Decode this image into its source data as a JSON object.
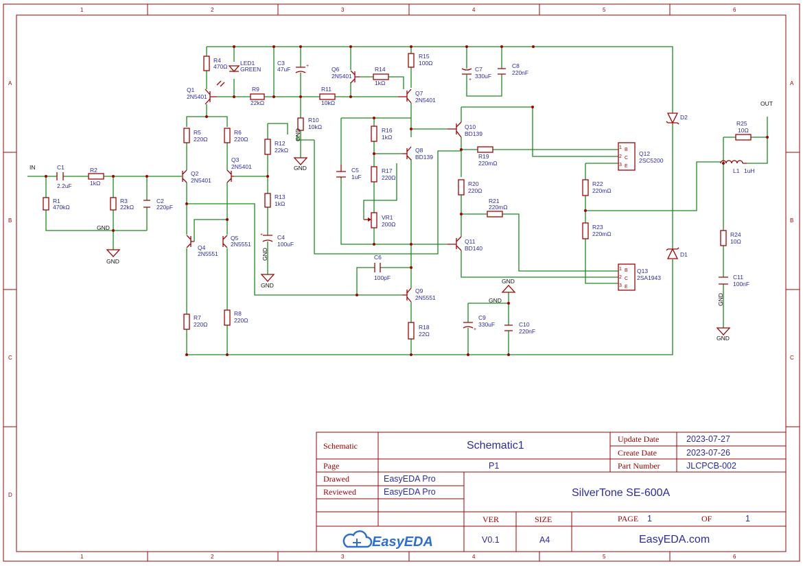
{
  "frame": {
    "columns": [
      "1",
      "2",
      "3",
      "4",
      "5",
      "6"
    ],
    "rows": [
      "A",
      "B",
      "C",
      "D"
    ]
  },
  "labels": {
    "R1": [
      "R1",
      "470kΩ"
    ],
    "R2": [
      "R2",
      "1kΩ"
    ],
    "R3": [
      "R3",
      "22kΩ"
    ],
    "R4": [
      "R4",
      "470Ω"
    ],
    "R5": [
      "R5",
      "220Ω"
    ],
    "R6": [
      "R6",
      "220Ω"
    ],
    "R7": [
      "R7",
      "220Ω"
    ],
    "R8": [
      "R8",
      "220Ω"
    ],
    "R9": [
      "R9",
      "22kΩ"
    ],
    "R10": [
      "R10",
      "10kΩ"
    ],
    "R11": [
      "R11",
      "10kΩ"
    ],
    "R12": [
      "R12",
      "22kΩ"
    ],
    "R13": [
      "R13",
      "1kΩ"
    ],
    "R14": [
      "R14",
      "1kΩ"
    ],
    "R15": [
      "R15",
      "100Ω"
    ],
    "R16": [
      "R16",
      "1kΩ"
    ],
    "R17": [
      "R17",
      "220Ω"
    ],
    "R18": [
      "R18",
      "22Ω"
    ],
    "R19": [
      "R19",
      "220mΩ"
    ],
    "R20": [
      "R20",
      "220Ω"
    ],
    "R21": [
      "R21",
      "220mΩ"
    ],
    "R22": [
      "R22",
      "220mΩ"
    ],
    "R23": [
      "R23",
      "220mΩ"
    ],
    "R24": [
      "R24",
      "10Ω"
    ],
    "R25": [
      "R25",
      "10Ω"
    ],
    "C1": [
      "C1",
      "2.2uF"
    ],
    "C2": [
      "C2",
      "220pF"
    ],
    "C3": [
      "C3",
      "47uF"
    ],
    "C4": [
      "C4",
      "100uF"
    ],
    "C5": [
      "C5",
      "1uF"
    ],
    "C6": [
      "C6",
      "100pF"
    ],
    "C7": [
      "C7",
      "330uF"
    ],
    "C8": [
      "C8",
      "220nF"
    ],
    "C9": [
      "C9",
      "330uF"
    ],
    "C10": [
      "C10",
      "220nF"
    ],
    "C11": [
      "C11",
      "100nF"
    ],
    "Q1": [
      "Q1",
      "2N5401"
    ],
    "Q2": [
      "Q2",
      "2N5401"
    ],
    "Q3": [
      "Q3",
      "2N5401"
    ],
    "Q4": [
      "Q4",
      "2N5551"
    ],
    "Q5": [
      "Q5",
      "2N5551"
    ],
    "Q6": [
      "Q6",
      "2N5401"
    ],
    "Q7": [
      "Q7",
      "2N5401"
    ],
    "Q8": [
      "Q8",
      "BD139"
    ],
    "Q9": [
      "Q9",
      "2N5551"
    ],
    "Q10": [
      "Q10",
      "BD139"
    ],
    "Q11": [
      "Q11",
      "BD140"
    ],
    "Q12": [
      "Q12",
      "2SC5200"
    ],
    "Q13": [
      "Q13",
      "2SA1943"
    ],
    "VR1": [
      "VR1",
      "200Ω"
    ],
    "LED1": [
      "LED1",
      "GREEN"
    ],
    "D1": [
      "D1",
      ""
    ],
    "D2": [
      "D2",
      ""
    ],
    "L1": [
      "L1",
      "1uH"
    ]
  },
  "nets": {
    "in": "IN",
    "out": "OUT",
    "gnd": "GND"
  },
  "pins": {
    "b": "B",
    "c": "C",
    "e": "E",
    "p1": "1",
    "p2": "2",
    "p3": "3"
  },
  "title_block": {
    "schematic_key": "Schematic",
    "schematic_val": "Schematic1",
    "page_key": "Page",
    "page_val": "P1",
    "update_key": "Update Date",
    "update_val": "2023-07-27",
    "create_key": "Create Date",
    "create_val": "2023-07-26",
    "part_key": "Part Number",
    "part_val": "JLCPCB-002",
    "drawed_key": "Drawed",
    "drawed_val": "EasyEDA Pro",
    "reviewed_key": "Reviewed",
    "reviewed_val": "EasyEDA Pro",
    "project": "SilverTone SE-600A",
    "ver_key": "VER",
    "ver_val": "V0.1",
    "size_key": "SIZE",
    "size_val": "A4",
    "page_num_key": "PAGE",
    "page_num_val": "1",
    "of_key": "OF",
    "of_val": "1",
    "logo": "EasyEDA",
    "site": "EasyEDA.com"
  },
  "colors": {
    "wire": "#1a8a1a",
    "component": "#a30000",
    "label": "#2a2aa8",
    "logo": "#2d6fd1"
  }
}
